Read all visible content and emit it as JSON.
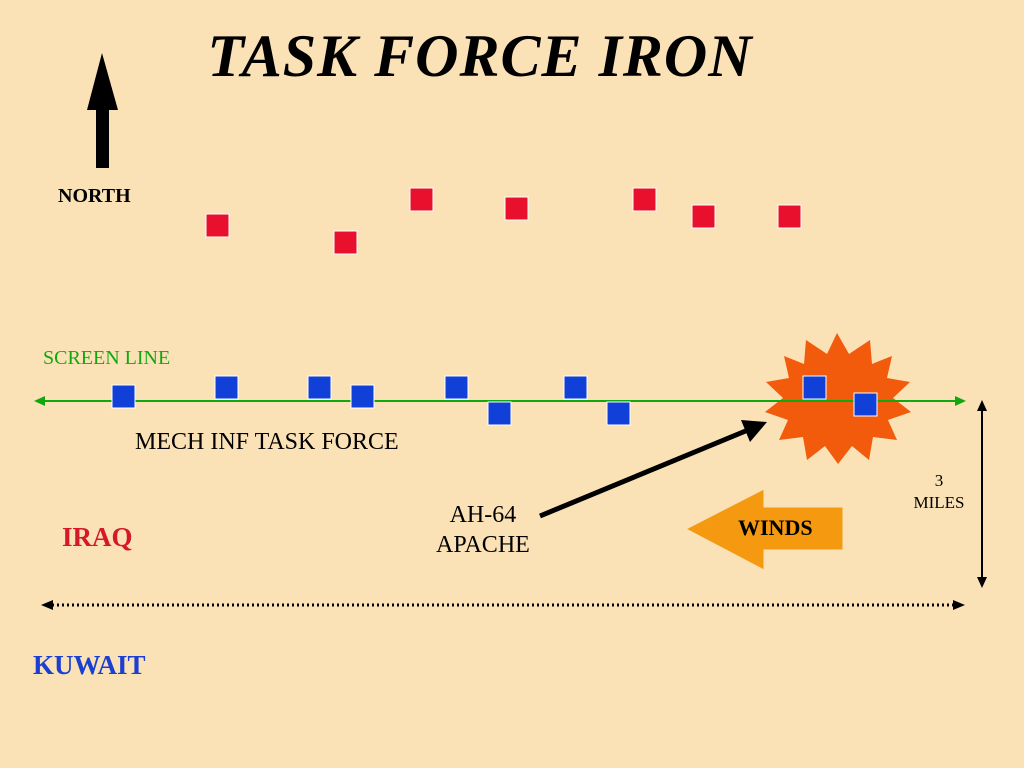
{
  "title": "TASK FORCE IRON",
  "north_label": "NORTH",
  "screen_line_label": "SCREEN LINE",
  "mech_inf_label": "MECH INF TASK FORCE",
  "iraq_label": "IRAQ",
  "kuwait_label": "KUWAIT",
  "apache_label": [
    "AH-64",
    "APACHE"
  ],
  "winds_label": "WINDS",
  "distance_label": [
    "3",
    "MILES"
  ],
  "colors": {
    "background": "#fae1b6",
    "enemy_units": "#e8102c",
    "friendly_units": "#1140d8",
    "screen_line": "#11a80f",
    "explosion": "#f25a0c",
    "winds_arrow": "#f59a10",
    "iraq_text": "#d41a2a",
    "kuwait_text": "#1a3fd1"
  },
  "icons": [
    "north-arrow-icon",
    "explosion-icon",
    "winds-arrow-icon"
  ]
}
